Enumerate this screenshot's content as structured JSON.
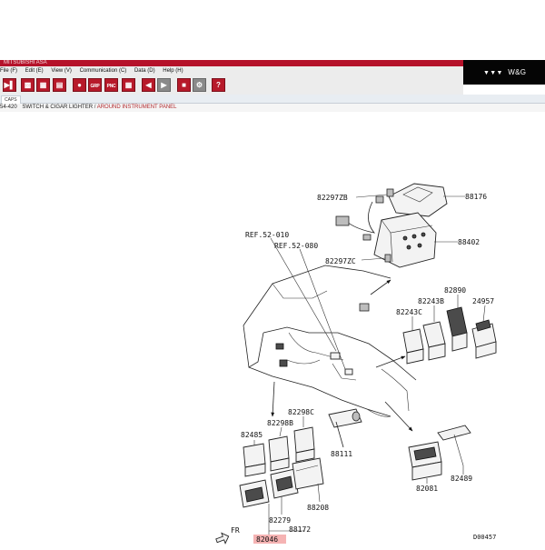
{
  "window": {
    "title": "MITSUBISHI ASA"
  },
  "menu": [
    "File (F)",
    "Edit (E)",
    "View (V)",
    "Communication (C)",
    "Data (D)",
    "Help (H)"
  ],
  "logo": {
    "text": "W&G"
  },
  "toolbar": {
    "labels": {
      "grp": "GRP",
      "pnc": "PNC",
      "help": "?"
    }
  },
  "tabs": [
    {
      "label": "CAPS"
    }
  ],
  "breadcrumb": {
    "code": "54-420",
    "section": "SWITCH & CIGAR LIGHTER",
    "separator": "/",
    "subsection": "AROUND INSTRUMENT PANEL"
  },
  "diagram": {
    "labels": {
      "p82297ZB": "82297ZB",
      "p88176": "88176",
      "p88402": "88402",
      "ref52010": "REF.52-010",
      "ref52080": "REF.52-080",
      "p82297ZC": "82297ZC",
      "p82890": "82890",
      "p82243B": "82243B",
      "p24957": "24957",
      "p82243C": "82243C",
      "p82298C": "82298C",
      "p82298B": "82298B",
      "p82485": "82485",
      "p88111": "88111",
      "p88208": "88208",
      "p82279": "82279",
      "p88172": "88172",
      "p82046": "82046",
      "p82081": "82081",
      "p82489": "82489",
      "fr": "FR",
      "code": "D00457"
    },
    "highlight_color": "#f5b3b3"
  }
}
